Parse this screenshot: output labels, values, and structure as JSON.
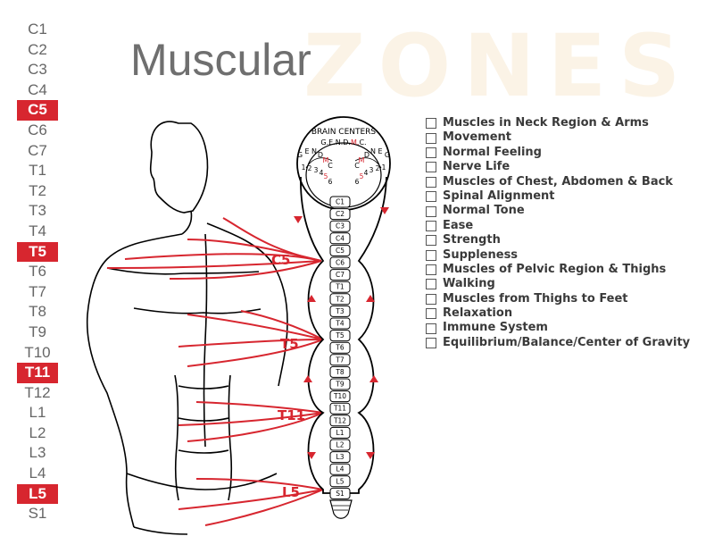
{
  "title": "Muscular",
  "watermark": "ZONES",
  "levels": [
    {
      "label": "C1",
      "highlight": false
    },
    {
      "label": "C2",
      "highlight": false
    },
    {
      "label": "C3",
      "highlight": false
    },
    {
      "label": "C4",
      "highlight": false
    },
    {
      "label": "C5",
      "highlight": true
    },
    {
      "label": "C6",
      "highlight": false
    },
    {
      "label": "C7",
      "highlight": false
    },
    {
      "label": "T1",
      "highlight": false
    },
    {
      "label": "T2",
      "highlight": false
    },
    {
      "label": "T3",
      "highlight": false
    },
    {
      "label": "T4",
      "highlight": false
    },
    {
      "label": "T5",
      "highlight": true
    },
    {
      "label": "T6",
      "highlight": false
    },
    {
      "label": "T7",
      "highlight": false
    },
    {
      "label": "T8",
      "highlight": false
    },
    {
      "label": "T9",
      "highlight": false
    },
    {
      "label": "T10",
      "highlight": false
    },
    {
      "label": "T11",
      "highlight": true
    },
    {
      "label": "T12",
      "highlight": false
    },
    {
      "label": "L1",
      "highlight": false
    },
    {
      "label": "L2",
      "highlight": false
    },
    {
      "label": "L3",
      "highlight": false
    },
    {
      "label": "L4",
      "highlight": false
    },
    {
      "label": "L5",
      "highlight": true
    },
    {
      "label": "S1",
      "highlight": false
    }
  ],
  "checklist": [
    "Muscles in Neck Region & Arms",
    "Movement",
    "Normal Feeling",
    "Nerve Life",
    "Muscles of Chest, Abdomen & Back",
    "Spinal Alignment",
    "Normal Tone",
    "Ease",
    "Strength",
    "Suppleness",
    "Muscles of Pelvic Region & Thighs",
    "Walking",
    "Muscles from Thighs to Feet",
    "Relaxation",
    "Immune System",
    "Equilibrium/Balance/Center of Gravity"
  ],
  "brain": {
    "title": "BRAIN CENTERS",
    "code_prefix": "G.E.N.D.",
    "code_highlight": "M.",
    "code_suffix": "C.",
    "left_letters": [
      "G",
      "E",
      "N",
      "D",
      "M",
      "C"
    ],
    "right_letters": [
      "C",
      "M",
      "D",
      "N",
      "E",
      "G"
    ],
    "left_numbers": [
      "1",
      "2",
      "3",
      "4",
      "5",
      "6"
    ],
    "right_numbers": [
      "6",
      "5",
      "4",
      "3",
      "2",
      "1"
    ]
  },
  "spine": [
    "C1",
    "C2",
    "C3",
    "C4",
    "C5",
    "C6",
    "C7",
    "T1",
    "T2",
    "T3",
    "T4",
    "T5",
    "T6",
    "T7",
    "T8",
    "T9",
    "T10",
    "T11",
    "T12",
    "L1",
    "L2",
    "L3",
    "L4",
    "L5",
    "S1"
  ],
  "zones": [
    "C5",
    "T5",
    "T11",
    "L5"
  ],
  "colors": {
    "accent": "#d7262f",
    "text": "#666666",
    "outline": "#000000"
  }
}
